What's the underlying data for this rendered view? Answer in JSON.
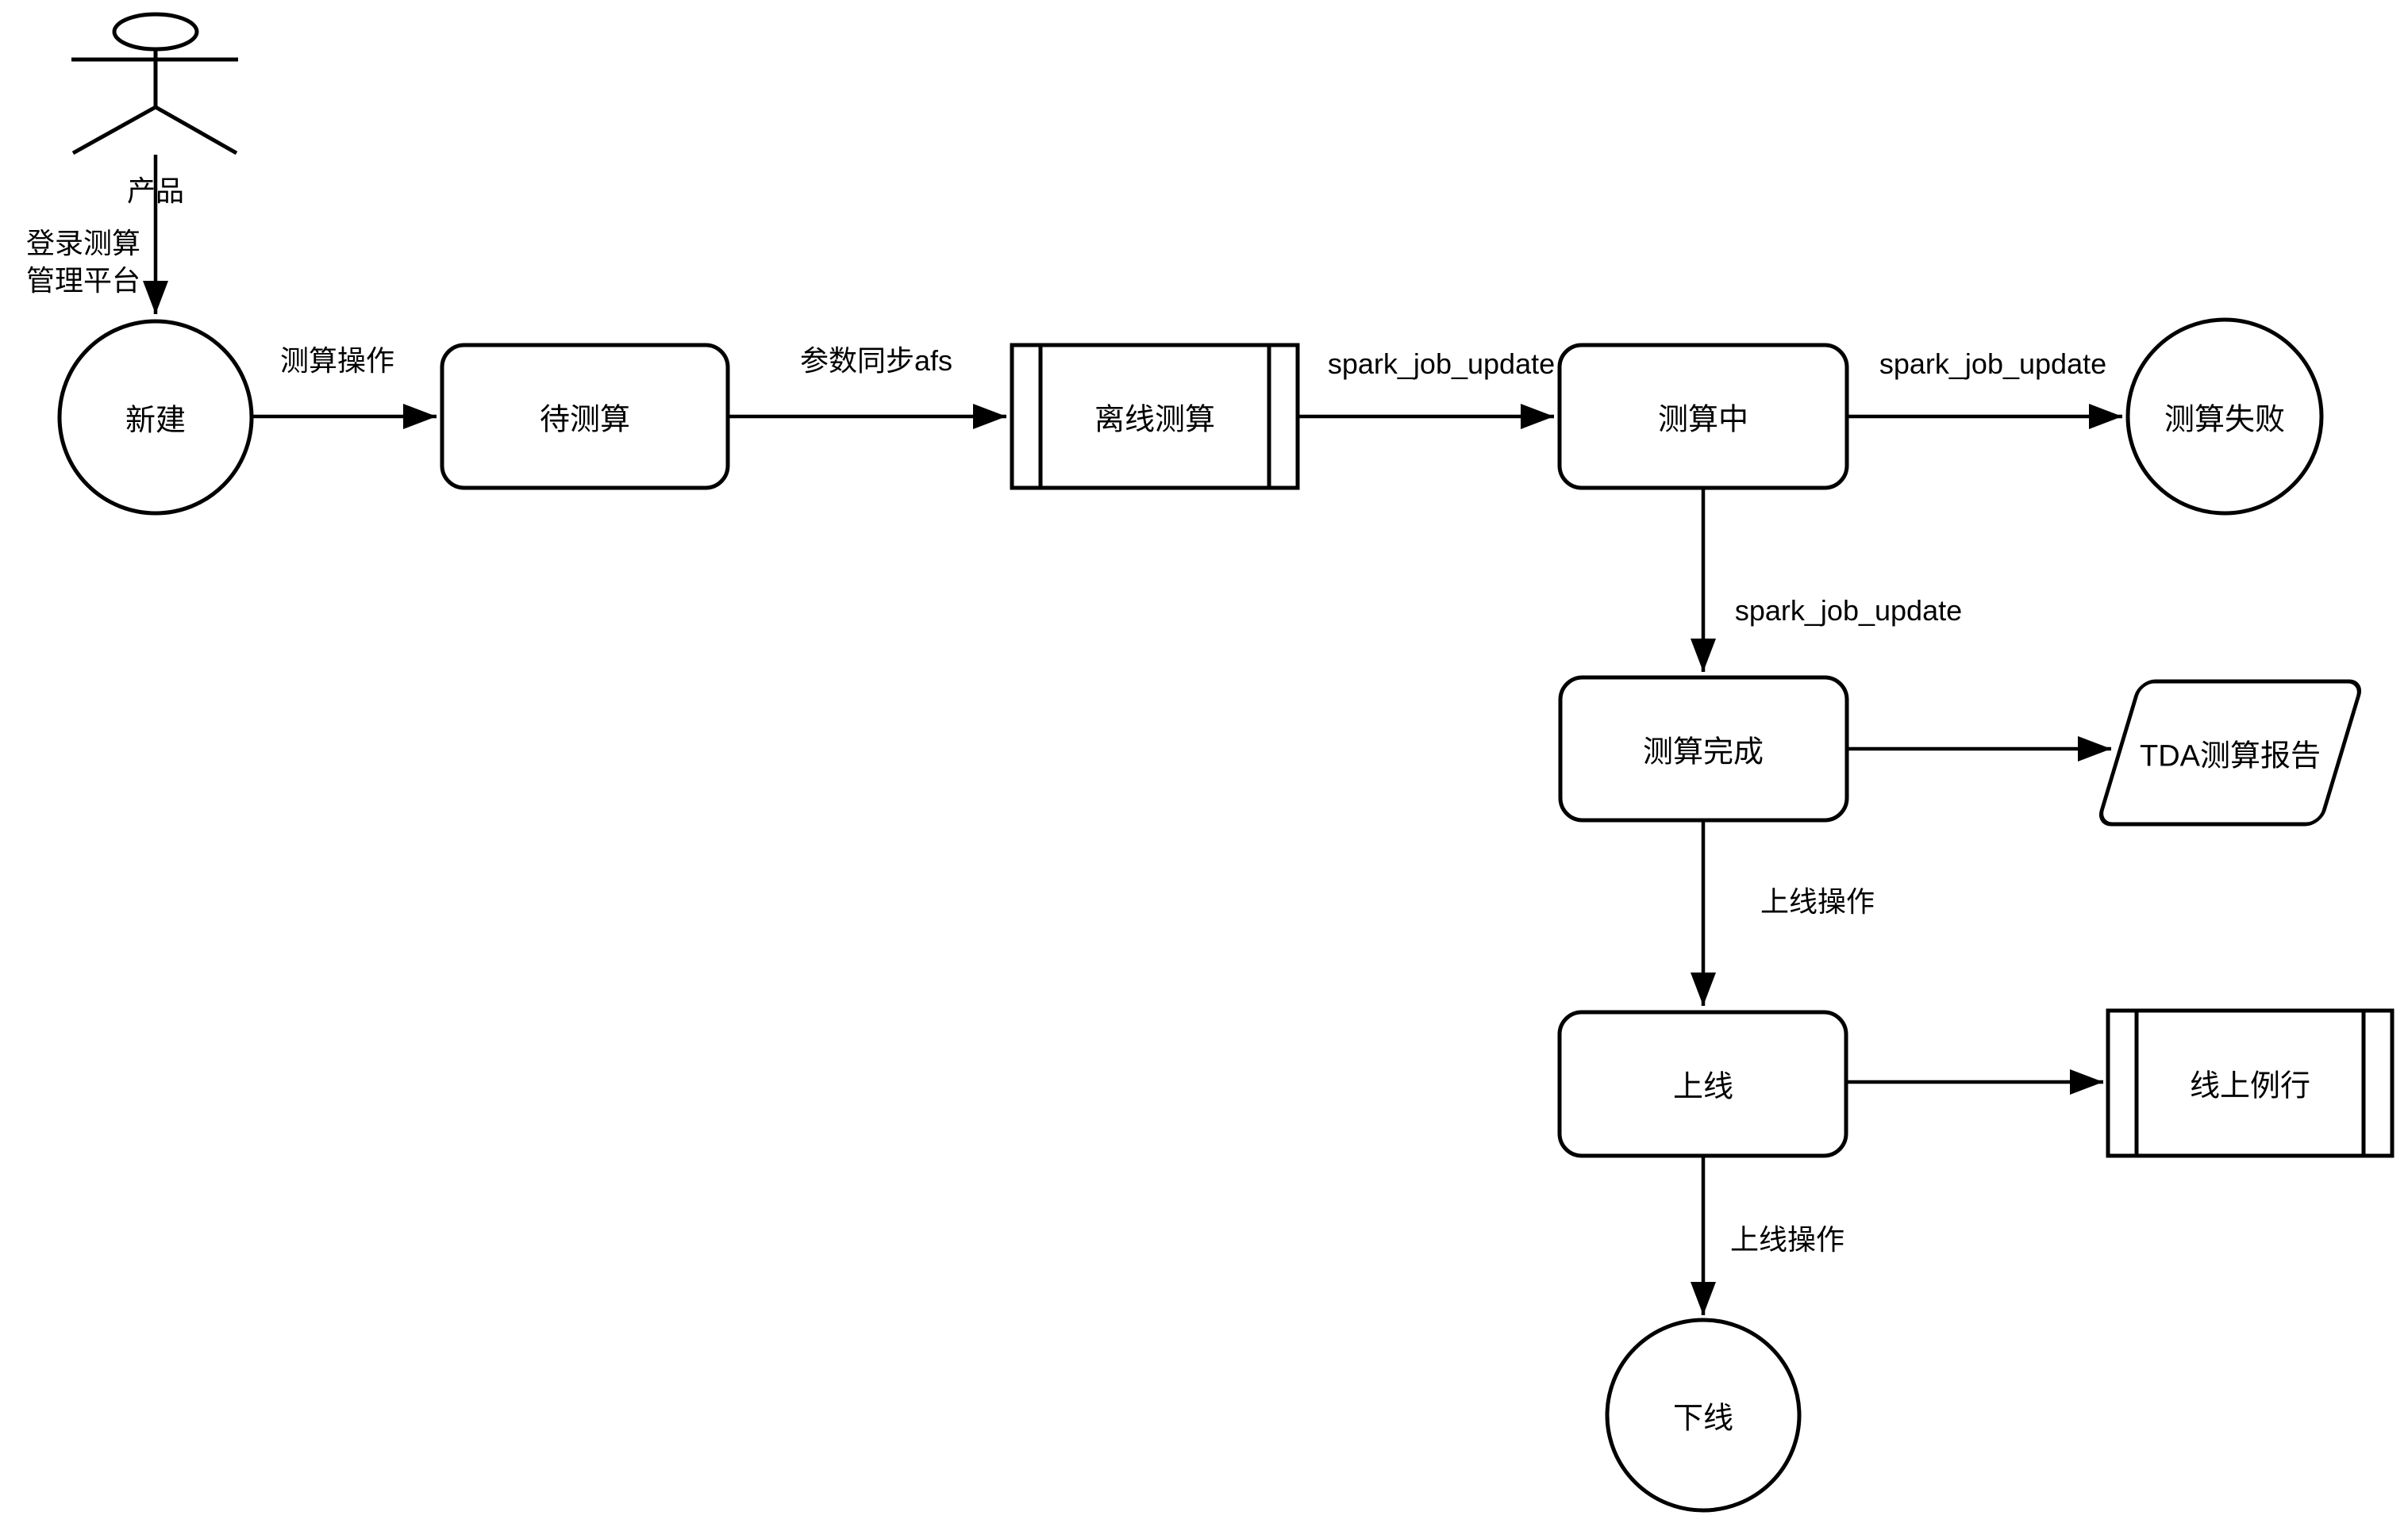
{
  "diagram": {
    "background": "#ffffff",
    "stroke_color": "#000000",
    "actor": {
      "label": "产品",
      "action_line1": "登录测算",
      "action_line2": "管理平台"
    },
    "nodes": {
      "new": "新建",
      "pending_calc": "待测算",
      "offline_calc": "离线测算",
      "calculating": "测算中",
      "calc_failed": "测算失败",
      "calc_complete": "测算完成",
      "tda_report": "TDA测算报告",
      "online": "上线",
      "online_routine": "线上例行",
      "offline": "下线"
    },
    "edges": {
      "calc_operation": "测算操作",
      "param_sync_afs": "参数同步afs",
      "spark_job_update_1": "spark_job_update",
      "spark_job_update_2": "spark_job_update",
      "spark_job_update_3": "spark_job_update",
      "online_operation_1": "上线操作",
      "online_operation_2": "上线操作"
    }
  }
}
